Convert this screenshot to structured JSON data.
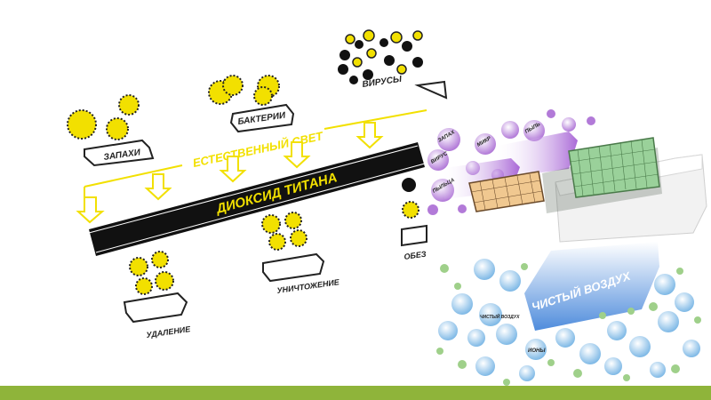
{
  "labels": {
    "odors": "ЗАПАХИ",
    "bacteria": "БАКТЕРИИ",
    "viruses": "ВИРУСЫ",
    "natural_light": "ЕСТЕСТВЕННЫЙ СВЕТ",
    "titanium_dioxide": "ДИОКСИД ТИТАНА",
    "removal": "УДАЛЕНИЕ",
    "destruction": "УНИЧТОЖЕНИЕ",
    "neutralization_partial": "ОБЕЗ",
    "clean_air": "ЧИСТЫЙ ВОЗДУХ"
  },
  "bubbles": {
    "odors": "ЗАПАХ",
    "dust": "ПЫЛЬ",
    "germs": "МИКР",
    "viruses": "ВИРУС",
    "pollen": "ПЫЛЬЦА",
    "clean_air": "ЧИСТЫЙ ВОЗДУХ",
    "ions": "ИОНЫ"
  },
  "colors": {
    "yellow": "#f2e000",
    "band": "#111111",
    "purple": "#a050c8",
    "blue": "#5a8fd6",
    "green_bubble": "#9fd08a",
    "bottom_bar": "#8fb43a"
  }
}
